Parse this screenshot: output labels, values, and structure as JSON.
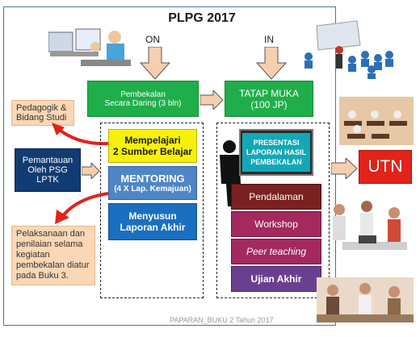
{
  "title": "PLPG 2017",
  "flow": {
    "on": "ON",
    "in": "IN"
  },
  "boxes": {
    "daring_line1": "Pembekalan",
    "daring_line2": "Secara Daring  (3 bln)",
    "tatap_muka_line1": "TATAP MUKA",
    "tatap_muka_line2": "(100 JP)",
    "mempelajari_line1": "Mempelajari",
    "mempelajari_line2": "2 Sumber Belajar",
    "mentoring_line1": "MENTORING",
    "mentoring_line2": "(4 X Lap. Kemajuan)",
    "menyusun_line1": "Menyusun",
    "menyusun_line2": "Laporan Akhir",
    "presentasi_line1": "PRESENTASI",
    "presentasi_line2": "LAPORAN HASIL",
    "presentasi_line3": "PEMBEKALAN",
    "pendalaman": "Pendalaman",
    "workshop": "Workshop",
    "peer_teaching": "Peer teaching",
    "ujian_akhir": "Ujian Akhir",
    "pemantauan_line1": "Pemantauan",
    "pemantauan_line2": "Oleh PSG",
    "pemantauan_line3": "LPTK",
    "utn": "UTN"
  },
  "notes": {
    "pedagogik_line1": "Pedagogik &",
    "pedagogik_line2": "Bidang Studi",
    "pelaksanaan_line1": "Pelaksanaan dan",
    "pelaksanaan_line2": "penilaian selama",
    "pelaksanaan_line3": "kegiatan",
    "pelaksanaan_line4": "pembekalan diatur",
    "pelaksanaan_line5": "pada Buku 3."
  },
  "footer": "PAPARAN_BUKU 2 Tahun 2017",
  "colors": {
    "green": "#1fae4a",
    "yellow": "#f7f10a",
    "blue": "#4e86c8",
    "navy": "#123b73",
    "maroon": "#7a2020",
    "magenta": "#a3295e",
    "purple": "#6b3f8f",
    "red": "#e2231a",
    "note_bg": "#fbd7b5",
    "arrow_fill": "#f6cfae"
  }
}
